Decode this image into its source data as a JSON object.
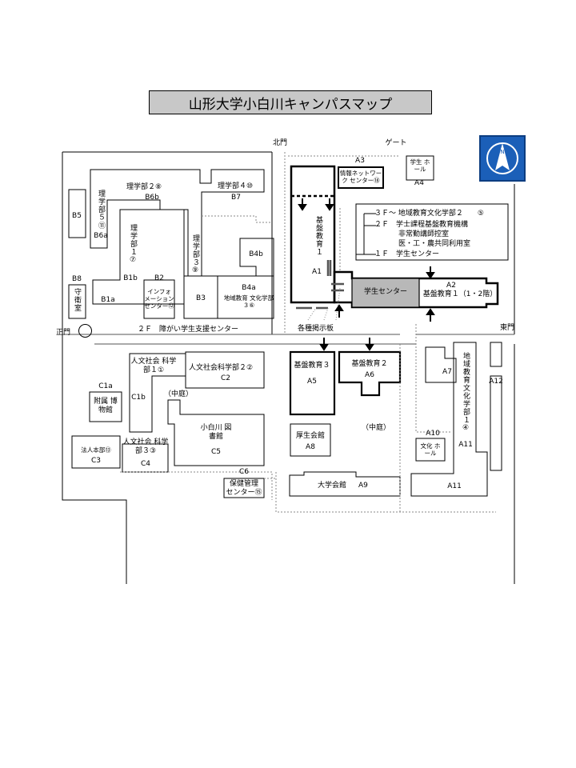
{
  "title": "山形大学小白川キャンパスマップ",
  "gates": {
    "north": "北門",
    "gate": "ゲート",
    "main": "正門",
    "east": "東門"
  },
  "notice": "２Ｆ　障がい学生支援センター",
  "boards": "各種掲示板",
  "buildings": {
    "a1_name": "基盤教育１",
    "a1_code": "A1",
    "a2_name": "基盤教育１（1・2階）",
    "a2_code": "A2",
    "a2_floors": [
      "３Ｆ～ 地域教育文化学部２　　⑤",
      "２Ｆ　学士課程基盤教育機構",
      "非常勤講師控室",
      "医・工・農共同利用室",
      "１Ｆ　学生センター"
    ],
    "student_center": "学生センター",
    "a3_code": "A3",
    "a3_name": "情報ネットワーク センター⑱",
    "a4_code": "A4",
    "a4_name": "学生 ホール",
    "a5_name": "基盤教育３",
    "a5_code": "A5",
    "a6_name": "基盤教育２",
    "a6_code": "A6",
    "a7_code": "A7",
    "a8_name": "厚生会館",
    "a8_code": "A8",
    "a9_name": "大学会館",
    "a9_code": "A9",
    "a10_code": "A10",
    "a10_name": "文化 ホール",
    "a11_code": "A11",
    "a11_name": "地域教育文化学部１④",
    "a12_code": "A12",
    "courtyard": "（中庭）",
    "b1_name": "理学部１⑦",
    "b1_code": "B1b",
    "b1a_code": "B1a",
    "b2_code": "B2",
    "b2_name": "インフォ メーション センター⑫",
    "b3_code": "B3",
    "b3_name": "理学部３⑨",
    "b4a_code": "B4a",
    "b4a_name": "地域教育 文化学部３⑥",
    "b4b_code": "B4b",
    "b5_code": "B5",
    "b5_name": "理学部５⑪",
    "b6a_code": "B6a",
    "b6b_code": "B6b",
    "b6_name": "理学部２⑧",
    "b7_code": "B7",
    "b7_name": "理学部４⑩",
    "b8_code": "B8",
    "b8_name": "守衛室",
    "c1_name": "人文社会 科学部１①",
    "c1a_code": "C1a",
    "c1b_code": "C1b",
    "c1a_name": "附属 博物館",
    "c2_name": "人文社会科学部２②",
    "c2_code": "C2",
    "c3_name": "法人本部⑬",
    "c3_code": "C3",
    "c4_name": "人文社会 科学部３③",
    "c4_code": "C4",
    "c5_name": "小白川 図書館",
    "c5_code": "C5",
    "c6_code": "C6",
    "c6_name": "保健管理 センター⑮"
  },
  "compass_letter": "N"
}
